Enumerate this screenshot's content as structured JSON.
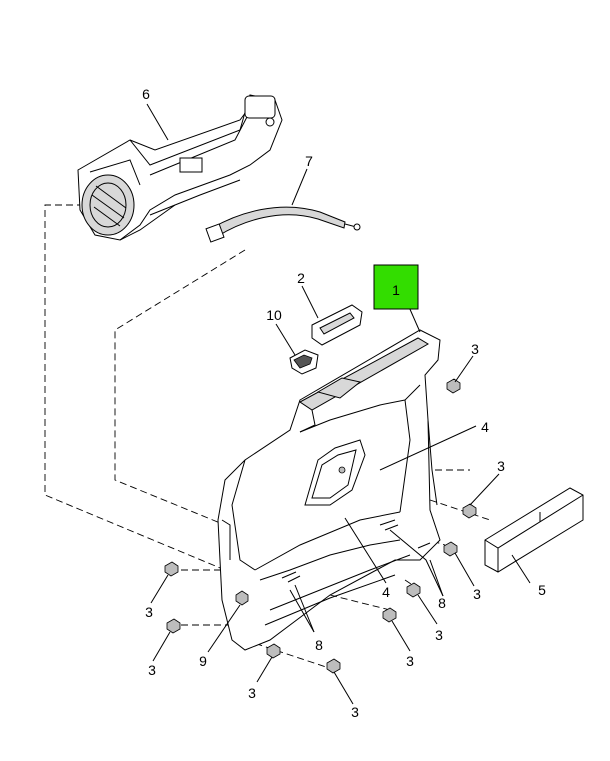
{
  "highlight_color": "#33dd00",
  "callouts": {
    "c1": "1",
    "c2": "2",
    "c3": "3",
    "c4": "4",
    "c5": "5",
    "c6": "6",
    "c7": "7",
    "c8": "8",
    "c9": "9",
    "c10": "10"
  }
}
